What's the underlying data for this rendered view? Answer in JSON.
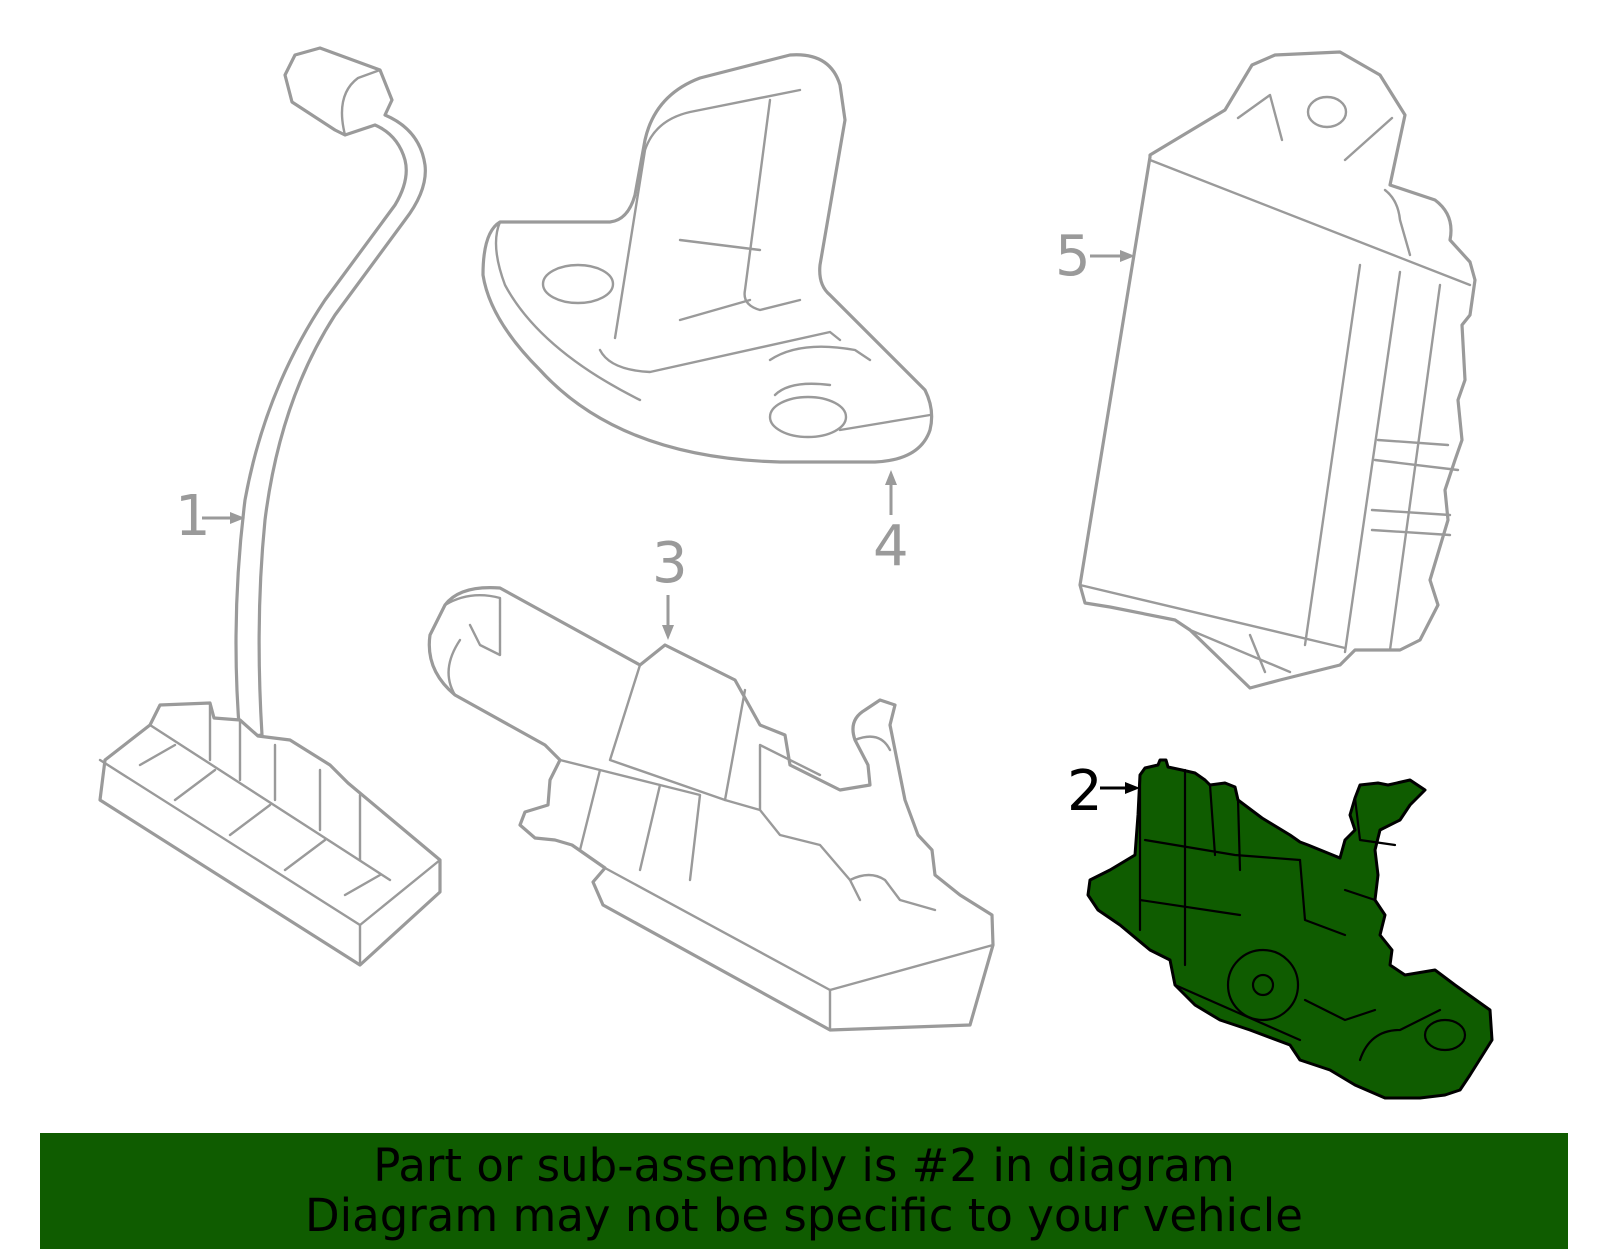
{
  "callouts": [
    {
      "id": "1",
      "label": "1"
    },
    {
      "id": "2",
      "label": "2",
      "highlighted": true
    },
    {
      "id": "3",
      "label": "3"
    },
    {
      "id": "4",
      "label": "4"
    },
    {
      "id": "5",
      "label": "5"
    }
  ],
  "banner": {
    "line1": "Part or sub-assembly is #2 in diagram",
    "line2": "Diagram may not be specific to your vehicle"
  },
  "colors": {
    "highlight": "#0f5c00",
    "outline": "#9a9a9a",
    "banner": "#0f5c00"
  }
}
